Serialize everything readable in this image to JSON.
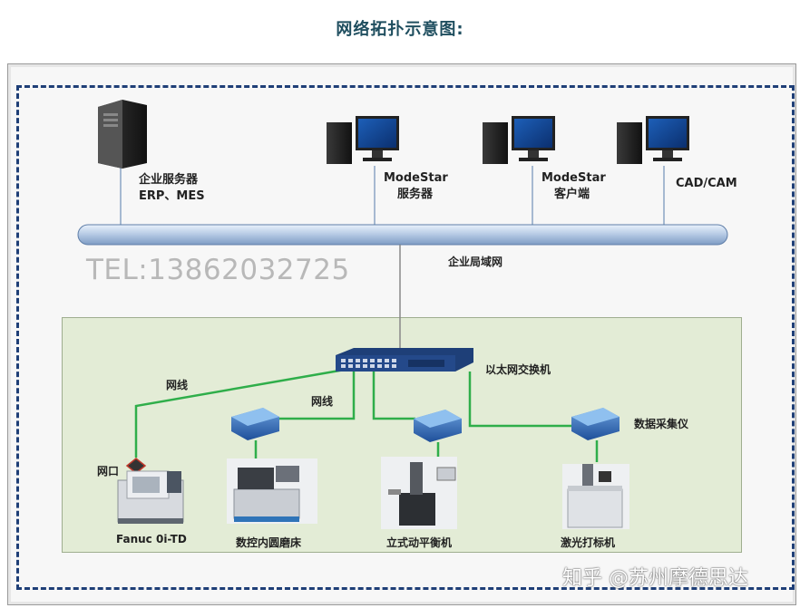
{
  "title": "网络拓扑示意图:",
  "watermark_tel": "TEL:13862032725",
  "watermark_credit": "知乎 @苏州摩德思达",
  "labels": {
    "server_l1": "企业服务器",
    "server_l2": "ERP、MES",
    "modestar_server_l1": "ModeStar",
    "modestar_server_l2": "服务器",
    "modestar_client_l1": "ModeStar",
    "modestar_client_l2": "客户端",
    "cadcam": "CAD/CAM",
    "lan": "企业局域网",
    "switch": "以太网交换机",
    "cable1": "网线",
    "cable2": "网线",
    "collector": "数据采集仪",
    "port": "网口",
    "fanuc": "Fanuc 0i-TD",
    "grinder": "数控内圆磨床",
    "balancer": "立式动平衡机",
    "laser": "激光打标机"
  }
}
